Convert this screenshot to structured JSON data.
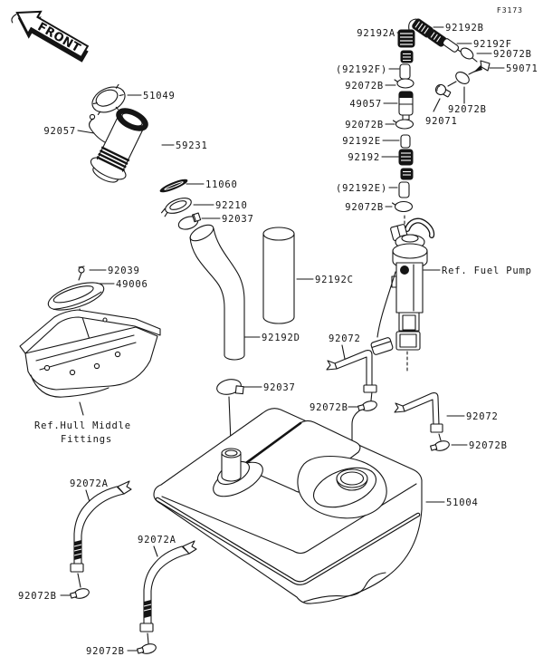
{
  "figure": {
    "code": "F3173",
    "front": "FRONT"
  },
  "refs": {
    "fuel_pump": "Ref. Fuel Pump",
    "hull_line1": "Ref.Hull Middle",
    "hull_line2": "Fittings"
  },
  "parts": {
    "p51049": "51049",
    "p92057": "92057",
    "p59231": "59231",
    "p11060": "11060",
    "p92210": "92210",
    "p92037": "92037",
    "p92039": "92039",
    "p49006": "49006",
    "p49057": "49057",
    "p59071": "59071",
    "p92071": "92071",
    "p51004": "51004",
    "p92072": "92072",
    "p92072a": "92072A",
    "p92072b": "92072B",
    "p92192": "92192",
    "p92192a": "92192A",
    "p92192b": "92192B",
    "p92192c": "92192C",
    "p92192d": "92192D",
    "p92192e": "92192E",
    "p92192f": "92192F",
    "p92192e_installed": "(92192E)",
    "p92192f_installed": "(92192F)"
  }
}
